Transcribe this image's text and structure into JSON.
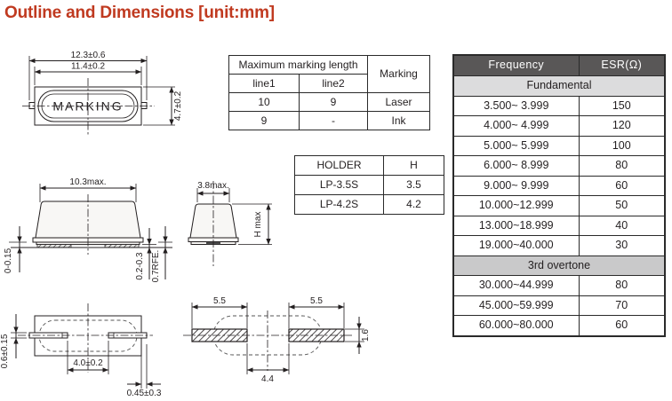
{
  "title": "Outline and Dimensions [unit:mm]",
  "colors": {
    "title_accent": "#c03a20",
    "esr_header_bg": "#595757",
    "esr_header_text": "#ffffff",
    "fundamental_row_bg": "#dcdcdd",
    "overtone_row_bg": "#c9c9ca",
    "line": "#231f20"
  },
  "drawings": {
    "top_view": {
      "marking": "MARKING",
      "dim_outer_width": "12.3±0.6",
      "dim_body_width": "11.4±0.2",
      "dim_height": "4.7±0.2"
    },
    "side_view": {
      "dim_width": "10.3max.",
      "dim_seating": "0-0.15",
      "dim_lead_thickness": "0.2-0.3",
      "dim_standoff": "0.7RFE."
    },
    "end_view": {
      "dim_width": "3.8max.",
      "dim_height": "H max"
    },
    "bottom_view": {
      "dim_lead_height": "0.6±0.15",
      "dim_lead_span": "4.0±0.2",
      "dim_lead_overhang": "0.45±0.3"
    },
    "land_pattern": {
      "dim_pad_left": "5.5",
      "dim_pad_right": "5.5",
      "dim_gap": "4.4",
      "dim_pad_height": "1.6"
    }
  },
  "marking_table": {
    "title": "Maximum marking length",
    "marking_header": "Marking",
    "columns": [
      "line1",
      "line2"
    ],
    "rows": [
      [
        "10",
        "9",
        "Laser"
      ],
      [
        "9",
        "-",
        "Ink"
      ]
    ]
  },
  "holder_table": {
    "columns": [
      "HOLDER",
      "H"
    ],
    "rows": [
      [
        "LP-3.5S",
        "3.5"
      ],
      [
        "LP-4.2S",
        "4.2"
      ]
    ]
  },
  "esr_table": {
    "columns": [
      "Frequency",
      "ESR(Ω)"
    ],
    "sections": [
      {
        "label": "Fundamental",
        "rows": [
          [
            "3.500~ 3.999",
            "150"
          ],
          [
            "4.000~ 4.999",
            "120"
          ],
          [
            "5.000~ 5.999",
            "100"
          ],
          [
            "6.000~ 8.999",
            "80"
          ],
          [
            "9.000~ 9.999",
            "60"
          ],
          [
            "10.000~12.999",
            "50"
          ],
          [
            "13.000~18.999",
            "40"
          ],
          [
            "19.000~40.000",
            "30"
          ]
        ]
      },
      {
        "label": "3rd overtone",
        "rows": [
          [
            "30.000~44.999",
            "80"
          ],
          [
            "45.000~59.999",
            "70"
          ],
          [
            "60.000~80.000",
            "60"
          ]
        ]
      }
    ]
  }
}
